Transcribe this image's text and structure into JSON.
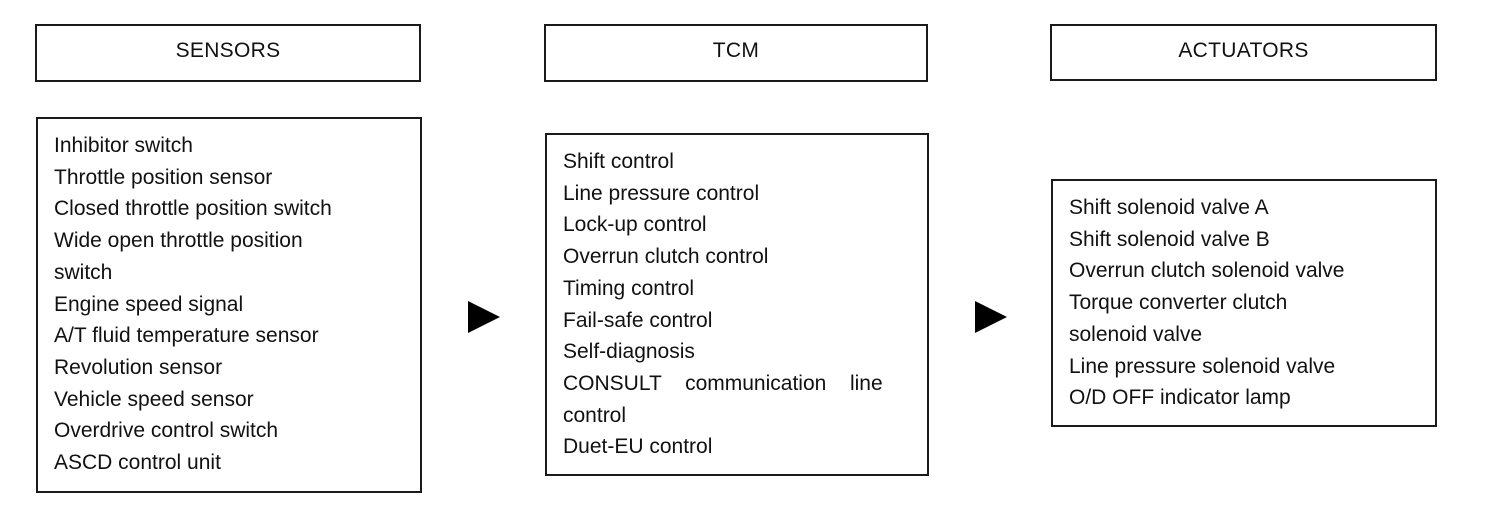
{
  "sensors": {
    "title": "SENSORS",
    "items": [
      "Inhibitor switch",
      "Throttle position sensor",
      "Closed throttle position switch",
      "Wide open throttle position",
      "switch",
      "Engine speed signal",
      "A/T fluid temperature sensor",
      "Revolution sensor",
      "Vehicle speed sensor",
      "Overdrive control switch",
      "ASCD control unit"
    ]
  },
  "tcm": {
    "title": "TCM",
    "items": [
      "Shift control",
      "Line pressure control",
      "Lock-up control",
      "Overrun clutch control",
      "Timing control",
      "Fail-safe control",
      "Self-diagnosis",
      "CONSULT  communication  line",
      "control",
      "Duet-EU control"
    ]
  },
  "actuators": {
    "title": "ACTUATORS",
    "items": [
      "Shift solenoid valve A",
      "Shift solenoid valve B",
      "Overrun clutch solenoid valve",
      "Torque converter clutch",
      "solenoid valve",
      "Line pressure solenoid valve",
      "O/D OFF indicator lamp"
    ]
  }
}
